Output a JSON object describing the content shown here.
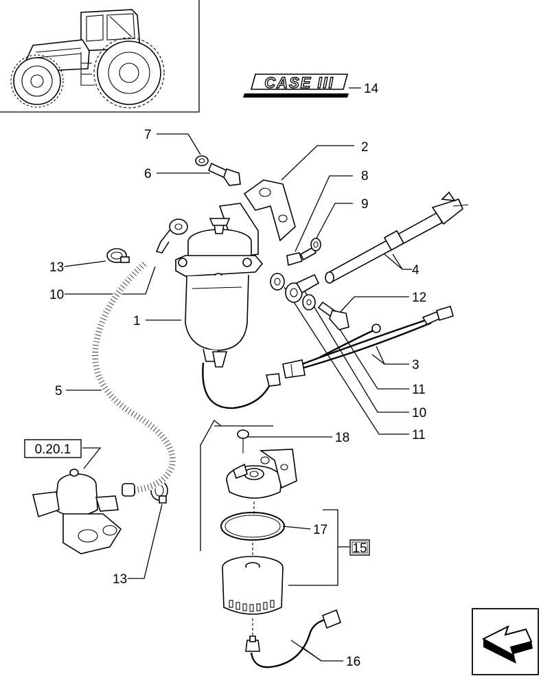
{
  "brand_logo_text": "CASE III",
  "reference_box": "0.20.1",
  "group_box": "15",
  "callouts": {
    "c1": "1",
    "c2": "2",
    "c3": "3",
    "c4": "4",
    "c5": "5",
    "c6": "6",
    "c7": "7",
    "c8": "8",
    "c9": "9",
    "c10a": "10",
    "c10b": "10",
    "c11a": "11",
    "c11b": "11",
    "c12": "12",
    "c13a": "13",
    "c13b": "13",
    "c14": "14",
    "c16": "16",
    "c17": "17",
    "c18": "18"
  },
  "icons": {
    "tractor": "tractor-thumbnail-icon",
    "nav": "arrow-down-left-icon"
  }
}
